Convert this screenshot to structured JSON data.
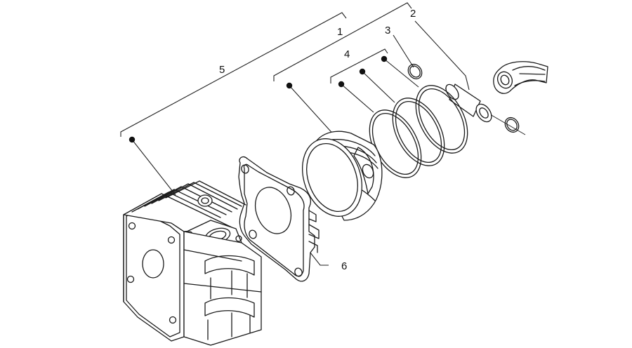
{
  "diagram": {
    "callouts": [
      {
        "id": "1",
        "label": "1"
      },
      {
        "id": "2",
        "label": "2"
      },
      {
        "id": "3",
        "label": "3"
      },
      {
        "id": "4",
        "label": "4"
      },
      {
        "id": "5",
        "label": "5"
      },
      {
        "id": "6",
        "label": "6"
      }
    ],
    "colors": {
      "line": "#1a1a1a",
      "background": "#ffffff"
    }
  }
}
